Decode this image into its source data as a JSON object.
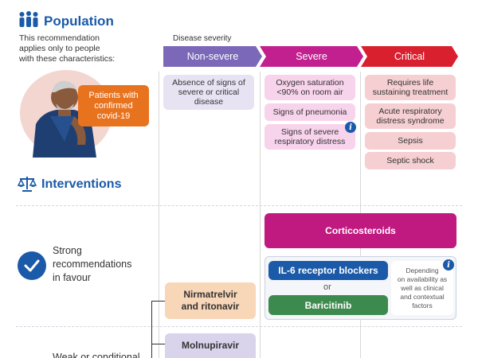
{
  "population": {
    "title": "Population",
    "icon": "people-icon",
    "blurb": [
      "This recommendation",
      "applies only to people",
      "with these characteristics:"
    ],
    "patient_badge": [
      "Patients with",
      "confirmed",
      "covid-19"
    ]
  },
  "severity": {
    "label": "Disease severity",
    "columns": [
      {
        "name": "Non-severe",
        "color": "#7b68b8"
      },
      {
        "name": "Severe",
        "color": "#c2208f"
      },
      {
        "name": "Critical",
        "color": "#d9202e"
      }
    ],
    "non_severe": [
      "Absence of signs of severe or critical disease"
    ],
    "severe": [
      "Oxygen saturation <90% on room air",
      "Signs of pneumonia",
      "Signs of severe respiratory distress"
    ],
    "critical": [
      "Requires life sustaining treatment",
      "Acute respiratory distress syndrome",
      "Sepsis",
      "Septic shock"
    ]
  },
  "interventions": {
    "title": "Interventions",
    "icon": "balance-scale-icon",
    "strong_label": [
      "Strong",
      "recommendations",
      "in favour"
    ],
    "weak_label": "Weak or conditional",
    "corticosteroids": "Corticosteroids",
    "il6": "IL-6 receptor blockers",
    "or": "or",
    "baricitinib": "Baricitinib",
    "availability_note": [
      "Depending",
      "on availability as",
      "well as clinical",
      "and contextual",
      "factors"
    ],
    "nirmatrelvir": [
      "Nirmatrelvir",
      "and ritonavir"
    ],
    "molnupiravir": "Molnupiravir"
  },
  "colors": {
    "accent": "#1a5aa8",
    "corticosteroids": "#c0197f",
    "il6": "#1a5aa8",
    "baricitinib": "#3d8a4f",
    "patient_badge": "#e8731f",
    "nirmatrelvir_bg": "#f8d6b8",
    "molnupiravir_bg": "#d9d3ec"
  }
}
